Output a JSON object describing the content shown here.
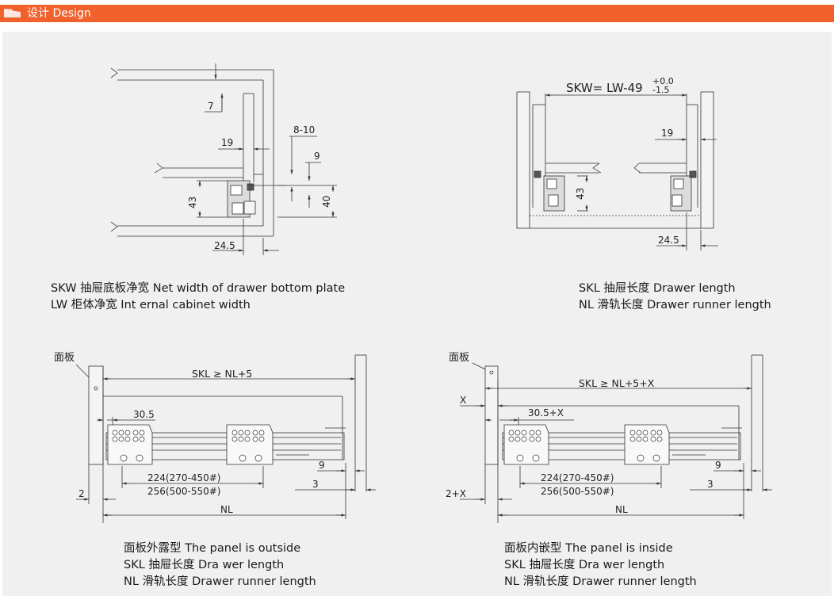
{
  "header": {
    "title": "设计  Design",
    "accent_color": "#f0612c"
  },
  "diagram1": {
    "dims": {
      "d7": "7",
      "d19": "19",
      "d8_10": "8-10",
      "d9": "9",
      "d43": "43",
      "d40": "40",
      "d24_5": "24.5"
    },
    "caption": [
      "SKW 抽屉底板净宽 Net width of drawer bottom plate",
      "LW  柜体净宽 Int ernal cabinet width"
    ]
  },
  "diagram2": {
    "formula": "SKW=  LW-49",
    "tol_plus": "+0.0",
    "tol_minus": "-1.5",
    "dims": {
      "d19": "19",
      "d43": "43",
      "d24_5": "24.5"
    },
    "caption": [
      "SKL 抽屉长度 Drawer length",
      "NL 滑轨长度 Drawer runner length"
    ]
  },
  "diagram3": {
    "panel_label": "面板",
    "dims": {
      "skl": "SKL ≥ NL+5",
      "d30_5": "30.5",
      "d224": "224(270-450#)",
      "d256": "256(500-550#)",
      "d9": "9",
      "d3": "3",
      "d2": "2",
      "nl": "NL"
    },
    "caption": [
      "面板外露型 The panel is outside",
      "SKL 抽屉长度 Dra wer length",
      "NL 滑轨长度 Drawer runner length"
    ]
  },
  "diagram4": {
    "panel_label": "面板",
    "dims": {
      "skl": "SKL ≥ NL+5+X",
      "x": "X",
      "d30_5x": "30.5+X",
      "d224": "224(270-450#)",
      "d256": "256(500-550#)",
      "d9": "9",
      "d3": "3",
      "d2x": "2+X",
      "nl": "NL"
    },
    "caption": [
      "面板内嵌型 The panel is inside",
      "SKL 抽屉长度 Dra wer length",
      "NL 滑轨长度 Drawer runner length"
    ]
  }
}
